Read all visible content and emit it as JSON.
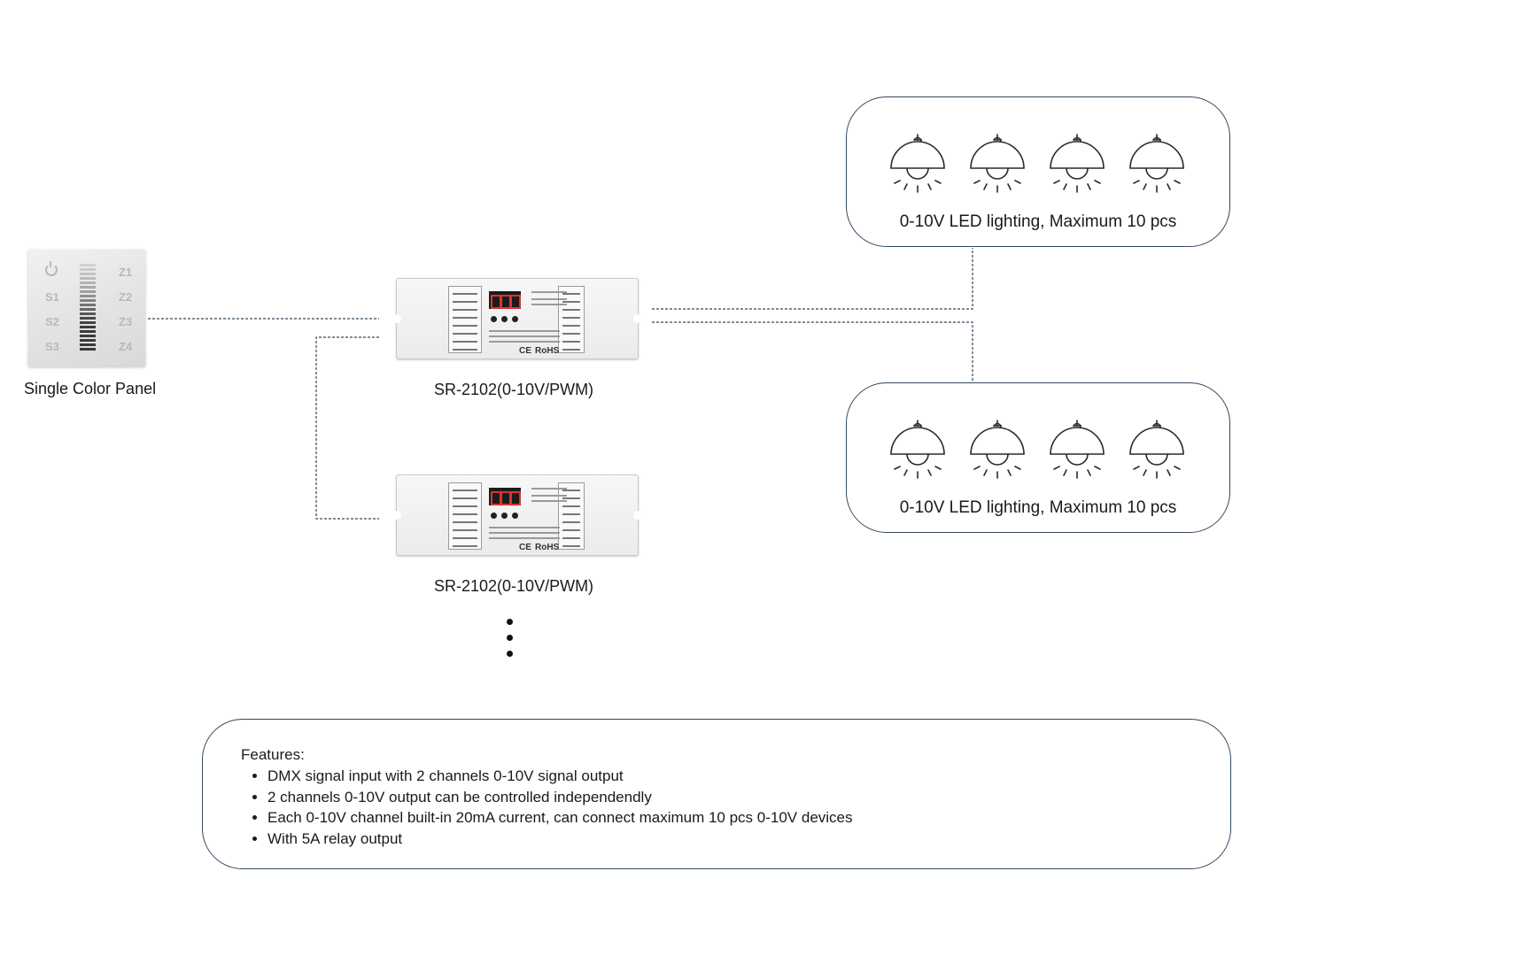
{
  "panel": {
    "caption": "Single Color Panel",
    "left_keys": [
      "S1",
      "S2",
      "S3"
    ],
    "right_keys": [
      "Z1",
      "Z2",
      "Z3",
      "Z4"
    ],
    "power_icon": "power-icon"
  },
  "decoders": [
    {
      "caption": "SR-2102(0-10V/PWM)",
      "brand": "RoHS",
      "display": "888"
    },
    {
      "caption": "SR-2102(0-10V/PWM)",
      "brand": "RoHS",
      "display": "888"
    }
  ],
  "lighting_groups": [
    {
      "caption": "0-10V LED lighting, Maximum 10 pcs",
      "lamp_icon": "pendant-lamp-icon",
      "count": 4
    },
    {
      "caption": "0-10V LED lighting, Maximum 10 pcs",
      "lamp_icon": "pendant-lamp-icon",
      "count": 4
    }
  ],
  "features": {
    "title": "Features:",
    "items": [
      "DMX signal input with 2 channels 0-10V signal output",
      "2 channels 0-10V output can be controlled independendly",
      "Each 0-10V channel built-in 20mA current, can connect maximum 10 pcs 0-10V devices",
      "With 5A relay output"
    ]
  },
  "colors": {
    "wire": "#31475c",
    "box_border": "#31475c",
    "display_digits": "#dd3333"
  }
}
